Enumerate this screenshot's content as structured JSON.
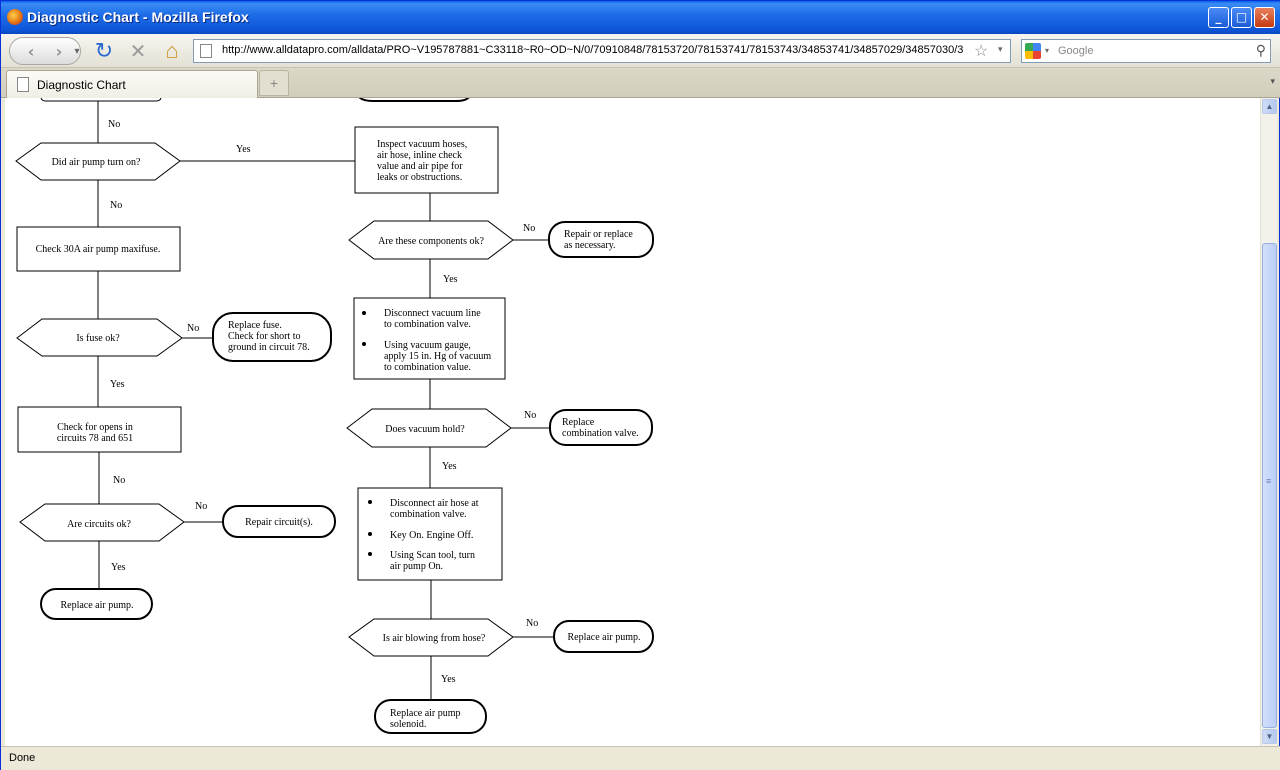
{
  "window": {
    "title": "Diagnostic Chart - Mozilla Firefox",
    "minimize_label": "_",
    "maximize_label": "□",
    "close_label": "✕"
  },
  "navbar": {
    "back_icon": "‹",
    "forward_icon": "›",
    "history_dropdown": "▾",
    "reload_icon": "↻",
    "stop_icon": "✕",
    "home_icon": "⌂",
    "url": "http://www.alldatapro.com/alldata/PRO~V195787881~C33118~R0~OD~N/0/70910848/78153720/78153741/78153743/34853741/34857029/34857030/3",
    "bookmark_icon": "☆",
    "url_dropdown": "▾",
    "search_placeholder": "Google",
    "search_dropdown": "▾",
    "search_icon": "⚲"
  },
  "tabs": {
    "active": "Diagnostic Chart",
    "new_tab": "+",
    "list_icon": "▾"
  },
  "scrollbar": {
    "up": "▲",
    "down": "▼",
    "thumb_grip": "≡"
  },
  "status": {
    "text": "Done"
  },
  "flow": {
    "no_top": "No",
    "q_air_pump": "Did air pump turn on?",
    "yes_air_pump": "Yes",
    "no_air_pump": "No",
    "inspect": [
      "Inspect vacuum hoses,",
      "air hose, inline check",
      "value and air pipe for",
      "leaks or obstructions."
    ],
    "check_maxifuse": "Check 30A air pump maxifuse.",
    "q_components": "Are these components ok?",
    "no_components": "No",
    "repair_replace": [
      "Repair or replace",
      "as necessary."
    ],
    "yes_components": "Yes",
    "q_fuse": "Is fuse ok?",
    "no_fuse": "No",
    "replace_fuse": [
      "Replace fuse.",
      "Check for short to",
      "ground in circuit 78."
    ],
    "disconnect_vacuum": [
      "Disconnect vacuum line",
      "to combination valve."
    ],
    "vacuum_gauge": [
      "Using vacuum gauge,",
      "apply 15 in. Hg of vacuum",
      "to combination value."
    ],
    "yes_fuse": "Yes",
    "check_opens": [
      "Check for opens in",
      "circuits 78 and 651"
    ],
    "q_vacuum": "Does vacuum hold?",
    "no_vacuum": "No",
    "replace_combo": [
      "Replace",
      "combination valve."
    ],
    "yes_vacuum": "Yes",
    "no_opens": "No",
    "q_circuits": "Are circuits ok?",
    "no_circuits": "No",
    "repair_circuits": "Repair circuit(s).",
    "disconnect_air_hose": [
      "Disconnect air hose at",
      "combination valve."
    ],
    "key_on": "Key On. Engine Off.",
    "scan_tool": [
      "Using Scan tool, turn",
      "air pump On."
    ],
    "yes_circuits": "Yes",
    "replace_pump_left": "Replace air pump.",
    "q_air_blowing": "Is air blowing from hose?",
    "no_air_blowing": "No",
    "replace_pump_right": "Replace air pump.",
    "yes_air_blowing": "Yes",
    "replace_solenoid": [
      "Replace air pump",
      "solenoid."
    ]
  }
}
